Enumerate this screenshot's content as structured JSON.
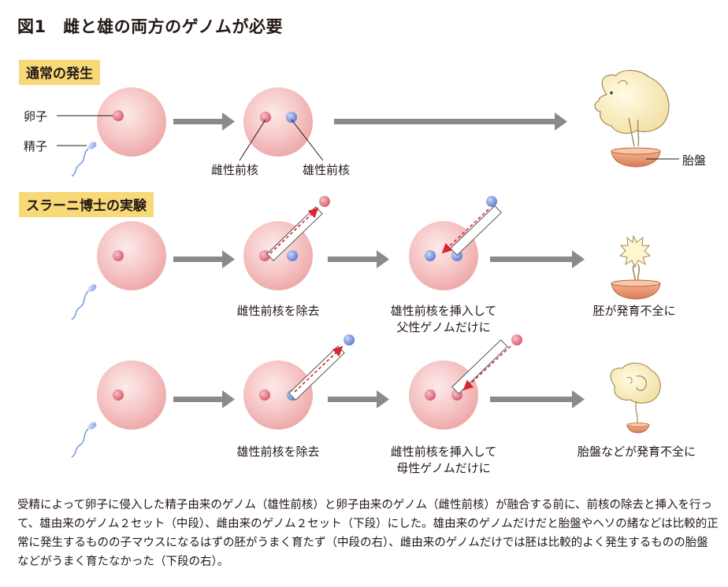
{
  "figure_title": "図1　雌と雄の両方のゲノムが必要",
  "sections": {
    "normal": "通常の発生",
    "surani": "スラーニ博士の実験"
  },
  "labels": {
    "egg": "卵子",
    "sperm": "精子",
    "female_pronucleus": "雌性前核",
    "male_pronucleus": "雄性前核",
    "placenta": "胎盤"
  },
  "middle_row": {
    "step1": "雌性前核を除去",
    "step2_line1": "雄性前核を挿入して",
    "step2_line2": "父性ゲノムだけに",
    "result": "胚が発育不全に"
  },
  "bottom_row": {
    "step1": "雄性前核を除去",
    "step2_line1": "雌性前核を挿入して",
    "step2_line2": "母性ゲノムだけに",
    "result": "胎盤などが発育不全に"
  },
  "caption": "受精によって卵子に侵入した精子由来のゲノム（雄性前核）と卵子由来のゲノム（雌性前核）が融合する前に、前核の除去と挿入を行って、雄由来のゲノム２セット（中段）、雌由来のゲノム２セット（下段）にした。雄由来のゲノムだけだと胎盤やヘソの緒などは比較的正常に発生するものの子マウスになるはずの胚がうまく育たず（中段の右）、雌由来のゲノムだけでは胚は比較的よく発生するものの胎盤などがうまく育たなかった（下段の右）。",
  "colors": {
    "female_nucleus": "#e0707f",
    "male_nucleus": "#6e86d6",
    "arrow": "#8a8a8a",
    "tag_bg": "#f7d978",
    "dashed_arrow": "#d6262f"
  }
}
